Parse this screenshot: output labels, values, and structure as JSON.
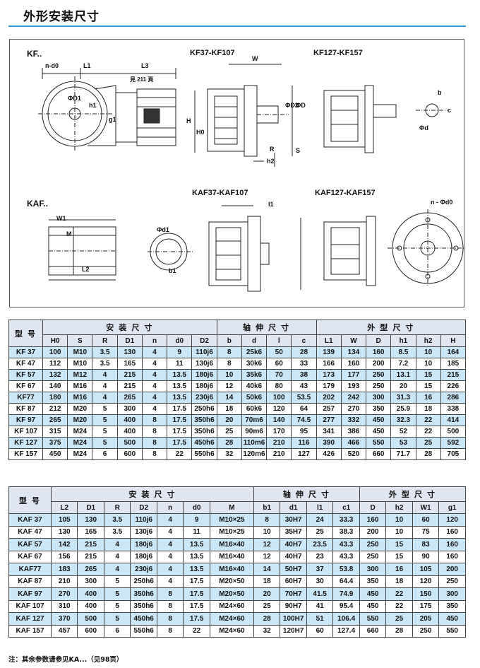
{
  "page": {
    "title": "外形安装尺寸"
  },
  "drawing": {
    "kf_series": "KF..",
    "kf_small": "KF37-KF107",
    "kf_large": "KF127-KF157",
    "kaf_series": "KAF..",
    "kaf_small": "KAF37-KAF107",
    "kaf_large": "KAF127-KAF157",
    "dims": {
      "n_d0": "n-d0",
      "L1": "L1",
      "L3": "L3",
      "L3_note": "見 211 頁",
      "h1": "h1",
      "g1": "g1",
      "D1": "ΦD1",
      "W": "W",
      "H": "H",
      "H0": "H0",
      "D2": "ΦD2",
      "D": "ΦD",
      "R": "R",
      "h2": "h2",
      "S": "S",
      "b": "b",
      "c": "c",
      "d": "Φd",
      "W1": "W1",
      "M": "M",
      "L2": "L2",
      "d1": "Φd1",
      "b1": "b1",
      "l1": "l1",
      "n_d0_kaf": "n - Φd0"
    }
  },
  "kf_table": {
    "model_header": "型 号",
    "groups": [
      "安 装 尺 寸",
      "轴 伸 尺 寸",
      "外 型 尺 寸"
    ],
    "columns": [
      "H0",
      "S",
      "R",
      "D1",
      "n",
      "d0",
      "D2",
      "b",
      "d",
      "l",
      "c",
      "L1",
      "W",
      "D",
      "h1",
      "h2",
      "H"
    ],
    "rows": [
      [
        "KF 37",
        "100",
        "M10",
        "3.5",
        "130",
        "4",
        "9",
        "110j6",
        "8",
        "25k6",
        "50",
        "28",
        "139",
        "134",
        "160",
        "8.5",
        "10",
        "164"
      ],
      [
        "KF 47",
        "112",
        "M10",
        "3.5",
        "165",
        "4",
        "11",
        "130j6",
        "8",
        "30k6",
        "60",
        "33",
        "166",
        "160",
        "200",
        "7.2",
        "10",
        "185"
      ],
      [
        "KF 57",
        "132",
        "M12",
        "4",
        "215",
        "4",
        "13.5",
        "180j6",
        "10",
        "35k6",
        "70",
        "38",
        "173",
        "177",
        "250",
        "13.1",
        "15",
        "215"
      ],
      [
        "KF 67",
        "140",
        "M16",
        "4",
        "215",
        "4",
        "13.5",
        "180j6",
        "12",
        "40k6",
        "80",
        "43",
        "179",
        "193",
        "250",
        "20",
        "15",
        "226"
      ],
      [
        "KF77",
        "180",
        "M16",
        "4",
        "265",
        "4",
        "13.5",
        "230j6",
        "14",
        "50k6",
        "100",
        "53.5",
        "202",
        "242",
        "300",
        "31.3",
        "16",
        "286"
      ],
      [
        "KF 87",
        "212",
        "M20",
        "5",
        "300",
        "4",
        "17.5",
        "250h6",
        "18",
        "60k6",
        "120",
        "64",
        "257",
        "270",
        "350",
        "25.9",
        "18",
        "338"
      ],
      [
        "KF 97",
        "265",
        "M20",
        "5",
        "400",
        "8",
        "17.5",
        "350h6",
        "20",
        "70m6",
        "140",
        "74.5",
        "277",
        "332",
        "450",
        "32.3",
        "22",
        "414"
      ],
      [
        "KF 107",
        "315",
        "M24",
        "5",
        "400",
        "8",
        "17.5",
        "350h6",
        "25",
        "90m6",
        "170",
        "95",
        "341",
        "386",
        "450",
        "52",
        "22",
        "500"
      ],
      [
        "KF 127",
        "375",
        "M24",
        "5",
        "500",
        "8",
        "17.5",
        "450h6",
        "28",
        "110m6",
        "210",
        "116",
        "390",
        "466",
        "550",
        "53",
        "25",
        "592"
      ],
      [
        "KF 157",
        "450",
        "M24",
        "6",
        "600",
        "8",
        "22",
        "550h6",
        "32",
        "120m6",
        "210",
        "127",
        "426",
        "520",
        "660",
        "71.7",
        "28",
        "705"
      ]
    ]
  },
  "kaf_table": {
    "model_header": "型 号",
    "groups": [
      "安 装 尺 寸",
      "轴 伸 尺 寸",
      "外 型 尺 寸"
    ],
    "columns": [
      "L2",
      "D1",
      "R",
      "D2",
      "n",
      "d0",
      "M",
      "b1",
      "d1",
      "l1",
      "c1",
      "D",
      "h2",
      "W1",
      "g1"
    ],
    "rows": [
      [
        "KAF 37",
        "105",
        "130",
        "3.5",
        "110j6",
        "4",
        "9",
        "M10×25",
        "8",
        "30H7",
        "24",
        "33.3",
        "160",
        "10",
        "60",
        "120"
      ],
      [
        "KAF 47",
        "130",
        "165",
        "3.5",
        "130j6",
        "4",
        "11",
        "M10×25",
        "10",
        "35H7",
        "25",
        "38.3",
        "200",
        "10",
        "75",
        "160"
      ],
      [
        "KAF 57",
        "142",
        "215",
        "4",
        "180j6",
        "4",
        "13.5",
        "M16×40",
        "12",
        "40H7",
        "23.5",
        "43.3",
        "250",
        "15",
        "83",
        "160"
      ],
      [
        "KAF 67",
        "156",
        "215",
        "4",
        "180j6",
        "4",
        "13.5",
        "M16×40",
        "12",
        "40H7",
        "23",
        "43.3",
        "250",
        "15",
        "90",
        "160"
      ],
      [
        "KAF77",
        "183",
        "265",
        "4",
        "230j6",
        "4",
        "13.5",
        "M16×40",
        "14",
        "50H7",
        "37",
        "53.8",
        "300",
        "16",
        "105",
        "200"
      ],
      [
        "KAF 87",
        "210",
        "300",
        "5",
        "250h6",
        "4",
        "17.5",
        "M20×50",
        "18",
        "60H7",
        "30",
        "64.4",
        "350",
        "18",
        "120",
        "250"
      ],
      [
        "KAF 97",
        "270",
        "400",
        "5",
        "350h6",
        "8",
        "17.5",
        "M20×50",
        "20",
        "70H7",
        "41.5",
        "74.9",
        "450",
        "22",
        "150",
        "300"
      ],
      [
        "KAF 107",
        "310",
        "400",
        "5",
        "350h6",
        "8",
        "17.5",
        "M24×60",
        "25",
        "90H7",
        "41",
        "95.4",
        "450",
        "22",
        "175",
        "350"
      ],
      [
        "KAF 127",
        "370",
        "500",
        "5",
        "450h6",
        "8",
        "17.5",
        "M24×60",
        "28",
        "100H7",
        "51",
        "106.4",
        "550",
        "25",
        "205",
        "450"
      ],
      [
        "KAF 157",
        "457",
        "600",
        "6",
        "550h6",
        "8",
        "22",
        "M24×60",
        "32",
        "120H7",
        "60",
        "127.4",
        "660",
        "28",
        "250",
        "550"
      ]
    ]
  },
  "footnote": "注：其余参数请参见KA...（见98页）",
  "colors": {
    "title_rule": "#3aa0d8",
    "header_bg": "#dfe6f2",
    "shade_row": "#c9e7f7"
  }
}
